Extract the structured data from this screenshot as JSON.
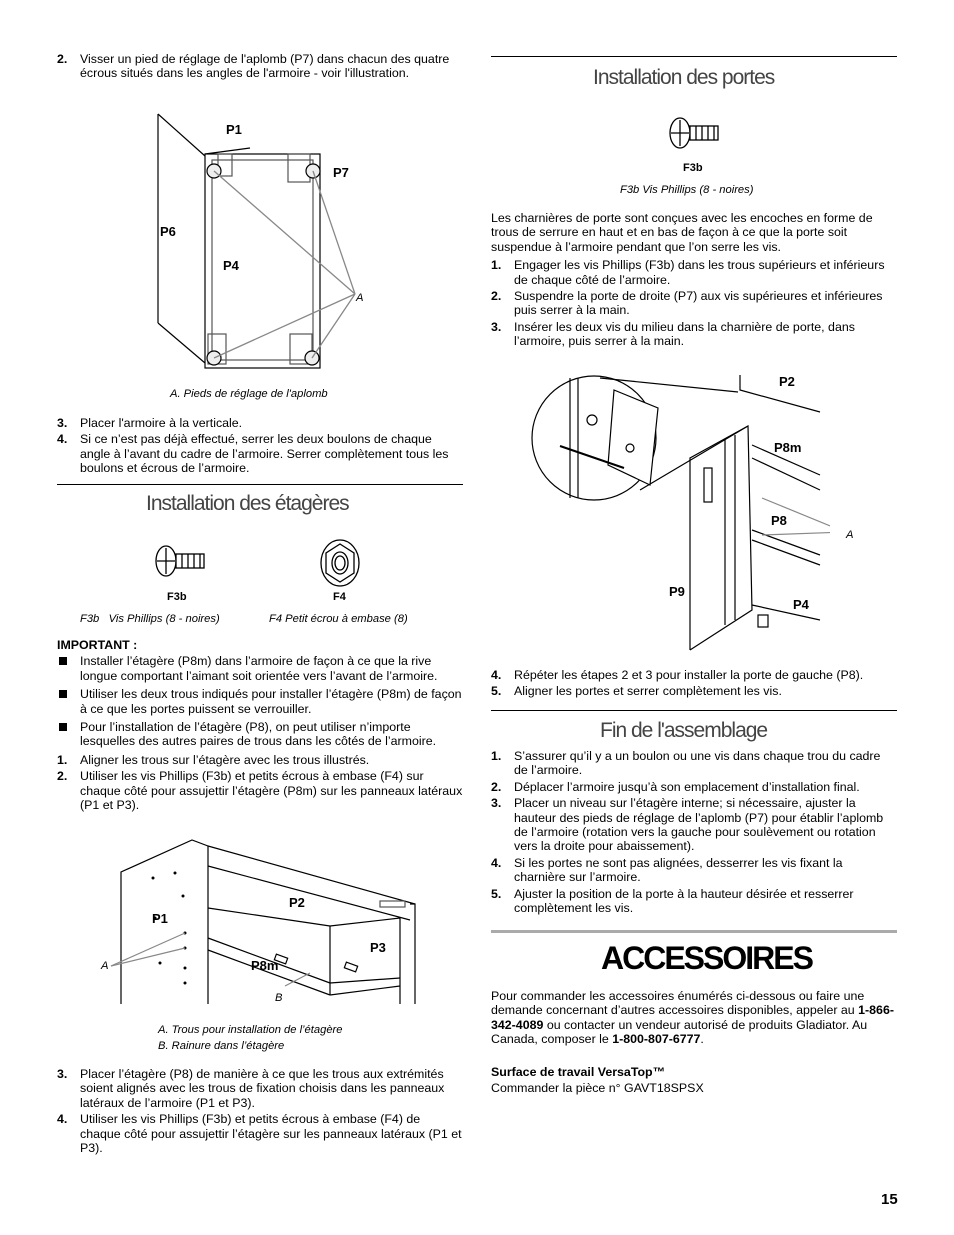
{
  "left": {
    "step2": {
      "num": "2.",
      "text": "Visser un pied de réglage de l'aplomb (P7) dans chacun des quatre écrous situés dans les angles de l'armoire - voir l'illustration."
    },
    "fig1": {
      "labels": {
        "p1": "P1",
        "p7": "P7",
        "p6": "P6",
        "p4": "P4",
        "a": "A"
      },
      "caption": "A. Pieds de réglage de l'aplomb"
    },
    "step3": {
      "num": "3.",
      "text": "Placer l'armoire à la verticale."
    },
    "step4": {
      "num": "4.",
      "text": "Si ce n’est pas déjà effectué, serrer les deux boulons de chaque angle à l’avant du cadre de l’armoire. Serrer complètement tous les boulons et écrous de l’armoire."
    },
    "shelves_title": "Installation des étagères",
    "parts": {
      "f3b_label": "F3b",
      "f4_label": "F4",
      "f3b_caption_code": "F3b",
      "f3b_caption": "Vis Phillips (8 - noires)",
      "f4_caption": "F4  Petit écrou à embase (8)"
    },
    "important": "IMPORTANT :",
    "bullets": [
      "Installer l’étagère (P8m) dans l’armoire de façon à ce que la rive longue comportant l’aimant soit orientée vers l’avant de l’armoire.",
      "Utiliser les deux trous indiqués pour installer l’étagère (P8m) de façon à ce que les portes puissent se verrouiller.",
      "Pour l’installation de l’étagère (P8), on peut utiliser n’importe lesquelles des autres paires de trous dans les côtés de l’armoire."
    ],
    "shelf_steps": [
      {
        "num": "1.",
        "text": "Aligner les trous sur l’étagère avec les trous illustrés."
      },
      {
        "num": "2.",
        "text": "Utiliser les vis Phillips (F3b) et petits écrous à embase (F4) sur chaque côté pour assujettir l’étagère (P8m) sur les panneaux latéraux (P1 et P3)."
      }
    ],
    "fig2": {
      "labels": {
        "p1": "P1",
        "p2": "P2",
        "p3": "P3",
        "p8m": "P8m",
        "a": "A",
        "b": "B"
      },
      "caption_a": "A. Trous pour installation de l’étagère",
      "caption_b": "B. Rainure dans l’étagère"
    },
    "shelf_steps2": [
      {
        "num": "3.",
        "text": "Placer l’étagère (P8) de manière à ce que les trous aux extrémités soient alignés avec les trous de fixation choisis dans les panneaux latéraux de l’armoire (P1 et P3)."
      },
      {
        "num": "4.",
        "text": "Utiliser les vis Phillips (F3b) et petits écrous à embase (F4) de chaque côté pour assujettir l’étagère sur les panneaux latéraux (P1 et P3)."
      }
    ]
  },
  "right": {
    "doors_title": "Installation des portes",
    "f3b_label": "F3b",
    "f3b_caption": "F3b Vis Phillips (8 - noires)",
    "intro": "Les charnières de porte sont conçues avec les encoches en forme de trous de serrure en haut et en bas de façon à ce que la porte soit suspendue à l’armoire pendant que l’on serre les vis.",
    "door_steps": [
      {
        "num": "1.",
        "text": "Engager les vis Phillips (F3b) dans les trous supérieurs et inférieurs de chaque côté de l’armoire."
      },
      {
        "num": "2.",
        "text": "Suspendre la porte de droite (P7) aux vis supérieures et inférieures puis serrer à la main."
      },
      {
        "num": "3.",
        "text": "Insérer les deux vis du milieu dans la charnière de porte, dans l’armoire, puis serrer à la main."
      }
    ],
    "fig3": {
      "labels": {
        "p2": "P2",
        "p8m": "P8m",
        "p8": "P8",
        "a": "A",
        "p9": "P9",
        "p4": "P4"
      }
    },
    "door_steps2": [
      {
        "num": "4.",
        "text": "Répéter les étapes 2 et 3 pour installer la porte de gauche (P8)."
      },
      {
        "num": "5.",
        "text": "Aligner les portes et serrer complètement les vis."
      }
    ],
    "finish_title": "Fin de l'assemblage",
    "finish_steps": [
      {
        "num": "1.",
        "text": "S’assurer qu’il y a un boulon ou une vis dans chaque trou du cadre de l’armoire."
      },
      {
        "num": "2.",
        "text": "Déplacer l’armoire jusqu’à son emplacement d’installation final."
      },
      {
        "num": "3.",
        "text": "Placer un niveau sur l’étagère interne; si nécessaire, ajuster la hauteur des pieds de réglage de l’aplomb (P7) pour établir l’aplomb de l’armoire (rotation vers la gauche pour soulèvement ou rotation vers la droite pour abaissement)."
      },
      {
        "num": "4.",
        "text": "Si les portes ne sont pas alignées, desserrer les vis fixant la charnière sur l’armoire."
      },
      {
        "num": "5.",
        "text": "Ajuster la position de la porte à la hauteur désirée et resserrer complètement les vis."
      }
    ],
    "accessories_title": "ACCESSOIRES",
    "acc_text_1": "Pour commander les accessoires énumérés ci-dessous ou faire une demande concernant d’autres accessoires disponibles, appeler au",
    "acc_phone_1": "1-866-342-4089",
    "acc_text_2": "ou contacter un vendeur autorisé de produits Gladiator. Au Canada, composer le",
    "acc_phone_2": "1-800-807-6777",
    "acc_text_3": ".",
    "product_name": "Surface de travail VersaTop™",
    "product_part": "Commander la pièce n° GAVT18SPSX"
  },
  "page_number": "15"
}
